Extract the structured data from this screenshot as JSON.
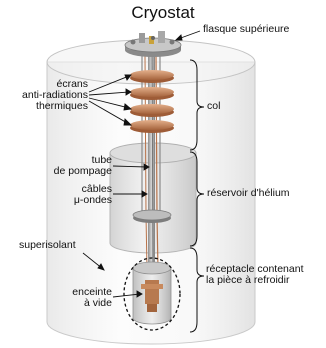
{
  "title": "Cryostat",
  "labels": {
    "flasque": "flasque supérieure",
    "ecrans_1": "écrans",
    "ecrans_2": "anti-radiations",
    "ecrans_3": "thermiques",
    "col": "col",
    "tube_1": "tube",
    "tube_2": "de pompage",
    "cables_1": "câbles",
    "cables_2": "μ-ondes",
    "reservoir": "réservoir d'hélium",
    "superisolant": "superisolant",
    "receptacle_1": "réceptacle contenant",
    "receptacle_2": "la pièce à refroidir",
    "enceinte_1": "enceinte",
    "enceinte_2": "à vide"
  },
  "colors": {
    "outer_shell": "#e6e6e6",
    "reservoir": "#d2d2d2",
    "copper": "#b87a55",
    "steel": "#9a9a9a"
  }
}
